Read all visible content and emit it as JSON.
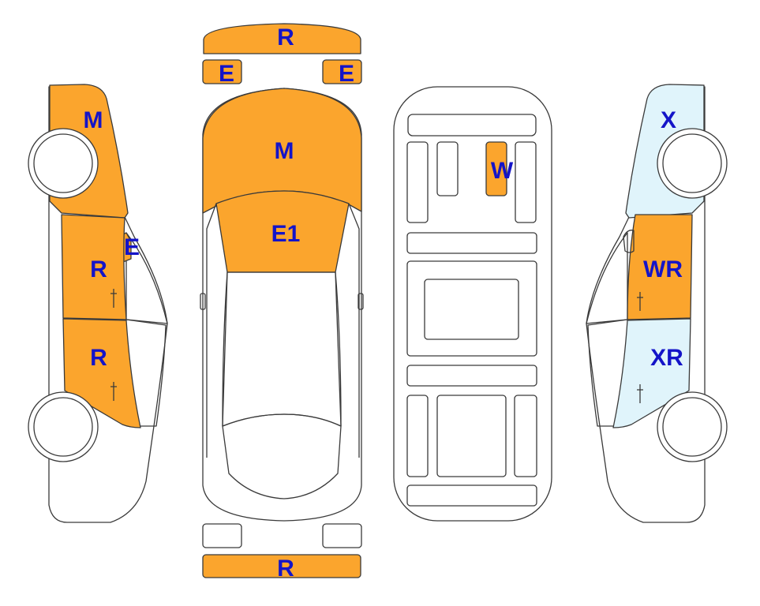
{
  "colors": {
    "damaged": "#fba52d",
    "replaced": "#e0f4fb",
    "outline": "#3a3a3a",
    "label": "#1414c8"
  },
  "views": {
    "left_side": {
      "labels": {
        "hood": "M",
        "fender": "E",
        "front_door": "R",
        "rear_door": "R"
      }
    },
    "top": {
      "labels": {
        "front_bumper": "R",
        "headlamp_left": "E",
        "headlamp_right": "E",
        "hood": "M",
        "windshield": "E1",
        "rear_bumper": "R"
      }
    },
    "interior": {
      "labels": {
        "dash_part": "W"
      }
    },
    "right_side": {
      "labels": {
        "hood": "X",
        "front_door": "WR",
        "rear_door": "XR"
      }
    }
  }
}
